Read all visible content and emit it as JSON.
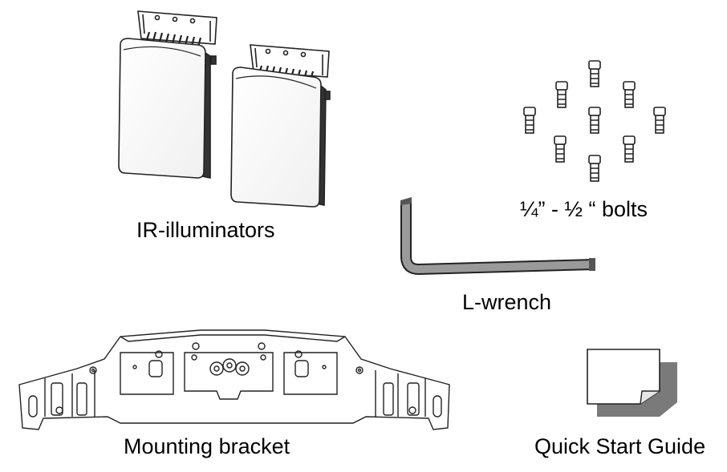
{
  "items": [
    {
      "id": "ir-illuminators",
      "label": "IR-illuminators",
      "count": 2
    },
    {
      "id": "bolts",
      "label": "¼” - ½ “ bolts",
      "count": 9
    },
    {
      "id": "l-wrench",
      "label": "L-wrench",
      "count": 1
    },
    {
      "id": "mounting-bracket",
      "label": "Mounting bracket",
      "count": 1
    },
    {
      "id": "quick-start-guide",
      "label": "Quick Start Guide",
      "count": 1
    }
  ]
}
